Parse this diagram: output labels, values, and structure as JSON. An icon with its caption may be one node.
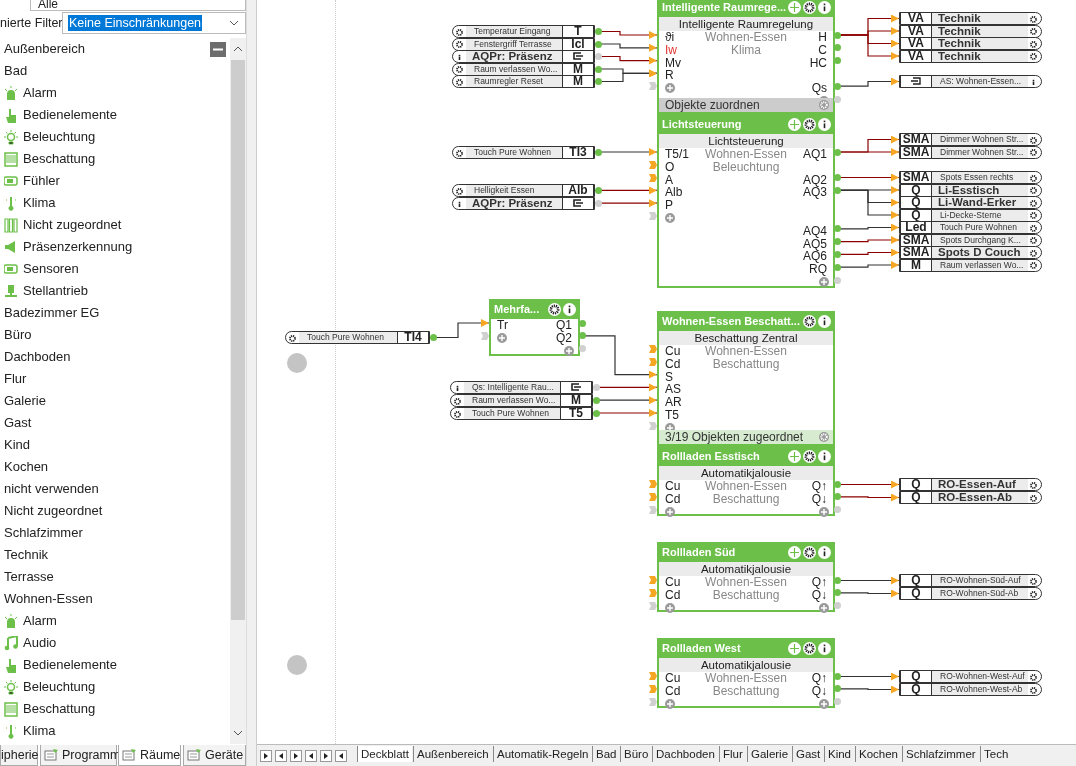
{
  "diagram": {
    "nodes": [
      {
        "text": [
          "Intelligente Raumrege...",
          "Intelligente Raumregelung",
          "Wohnen-Essen",
          "Klima",
          "ϑi",
          "Iw",
          "Mv",
          "R",
          "H",
          "C",
          "HC",
          "Qs",
          "Objekte zuordnen"
        ]
      },
      {
        "text": [
          "Temperatur Eingang",
          "T"
        ]
      },
      {
        "text": [
          "Fenstergriff Terrasse",
          "Icl"
        ]
      },
      {
        "text": [
          "AQPr: Präsenz"
        ]
      },
      {
        "text": [
          "Raum verlassen Wo...",
          "M"
        ]
      },
      {
        "text": [
          "Raumregler Reset",
          "M"
        ]
      },
      {
        "text": [
          "VA",
          "Technik"
        ]
      },
      {
        "text": [
          "VA",
          "Technik"
        ]
      },
      {
        "text": [
          "VA",
          "Technik"
        ]
      },
      {
        "text": [
          "VA",
          "Technik"
        ]
      },
      {
        "text": [
          "AS: Wohnen-Essen..."
        ]
      },
      {
        "text": [
          "Lichtsteuerung",
          "Lichtsteuerung",
          "Wohnen-Essen",
          "Beleuchtung",
          "T5/1",
          "O",
          "A",
          "Alb",
          "P",
          "AQ1",
          "AQ2",
          "AQ3",
          "AQ4",
          "AQ5",
          "AQ6",
          "RQ"
        ]
      },
      {
        "text": [
          "Touch Pure Wohnen",
          "TI3"
        ]
      },
      {
        "text": [
          "Helligkeit Essen",
          "Alb"
        ]
      },
      {
        "text": [
          "AQPr: Präsenz"
        ]
      },
      {
        "text": [
          "SMA",
          "Dimmer Wohnen Str..."
        ]
      },
      {
        "text": [
          "SMA",
          "Dimmer Wohnen Str..."
        ]
      },
      {
        "text": [
          "SMA",
          "Spots Essen rechts"
        ]
      },
      {
        "text": [
          "Q",
          "Li-Esstisch"
        ]
      },
      {
        "text": [
          "Q",
          "Li-Wand-Erker"
        ]
      },
      {
        "text": [
          "Q",
          "Li-Decke-Sterne"
        ]
      },
      {
        "text": [
          "Led",
          "Touch Pure Wohnen"
        ]
      },
      {
        "text": [
          "SMA",
          "Spots Durchgang K..."
        ]
      },
      {
        "text": [
          "SMA",
          "Spots D Couch"
        ]
      },
      {
        "text": [
          "M",
          "Raum verlassen Wo..."
        ]
      },
      {
        "text": [
          "Mehrfa...",
          "Tr",
          "Q1",
          "Q2"
        ]
      },
      {
        "text": [
          "Touch Pure Wohnen",
          "TI4"
        ]
      },
      {
        "text": [
          "Wohnen-Essen Beschatt...",
          "Beschattung Zentral",
          "Wohnen-Essen",
          "Beschattung",
          "Cu",
          "Cd",
          "S",
          "AS",
          "AR",
          "T5",
          "3/19 Objekten zugeordnet"
        ]
      },
      {
        "text": [
          "Qs: Intelligente Rau..."
        ]
      },
      {
        "text": [
          "Raum verlassen Wo...",
          "M"
        ]
      },
      {
        "text": [
          "Touch Pure Wohnen",
          "T5"
        ]
      },
      {
        "text": [
          "Rollladen Esstisch",
          "Automatikjalousie",
          "Wohnen-Essen",
          "Beschattung",
          "Cu",
          "Cd",
          "Q↑",
          "Q↓"
        ]
      },
      {
        "text": [
          "Q",
          "RO-Essen-Auf"
        ]
      },
      {
        "text": [
          "Q",
          "RO-Essen-Ab"
        ]
      },
      {
        "text": [
          "Rollladen Süd",
          "Automatikjalousie",
          "Wohnen-Essen",
          "Beschattung",
          "Cu",
          "Cd",
          "Q↑",
          "Q↓"
        ]
      },
      {
        "text": [
          "Q",
          "RO-Wohnen-Süd-Auf"
        ]
      },
      {
        "text": [
          "Q",
          "RO-Wohnen-Süd-Ab"
        ]
      },
      {
        "text": [
          "Rollladen West",
          "Automatikjalousie",
          "Wohnen-Essen",
          "Beschattung",
          "Cu",
          "Cd",
          "Q↑",
          "Q↓"
        ]
      },
      {
        "text": [
          "Q",
          "RO-Wohnen-West-Auf"
        ]
      },
      {
        "text": [
          "Q",
          "RO-Wohnen-West-Ab"
        ]
      }
    ],
    "edges": [
      {
        "from": 1,
        "to": 0,
        "arrow": "to",
        "color": "#8b0000"
      },
      {
        "from": 2,
        "to": 0,
        "arrow": "to"
      },
      {
        "from": 3,
        "to": 0,
        "arrow": "to",
        "color": "#8b0000"
      },
      {
        "from": 4,
        "to": 0,
        "arrow": "to"
      },
      {
        "from": 5,
        "to": 0,
        "arrow": "to"
      },
      {
        "from": 0,
        "to": 6,
        "arrow": "to",
        "color": "#8b0000"
      },
      {
        "from": 0,
        "to": 7,
        "arrow": "to",
        "color": "#8b0000"
      },
      {
        "from": 0,
        "to": 8,
        "arrow": "to",
        "color": "#8b0000"
      },
      {
        "from": 0,
        "to": 9,
        "arrow": "to",
        "color": "#8b0000"
      },
      {
        "from": 0,
        "to": 10,
        "arrow": "to"
      },
      {
        "from": 12,
        "to": 11,
        "arrow": "to"
      },
      {
        "from": 13,
        "to": 11,
        "arrow": "to",
        "color": "#8b0000"
      },
      {
        "from": 14,
        "to": 11,
        "arrow": "to",
        "color": "#8b0000"
      },
      {
        "from": 11,
        "to": 15,
        "arrow": "to",
        "color": "#8b0000"
      },
      {
        "from": 11,
        "to": 16,
        "arrow": "to",
        "color": "#8b0000"
      },
      {
        "from": 11,
        "to": 17,
        "arrow": "to",
        "color": "#8b0000"
      },
      {
        "from": 11,
        "to": 18,
        "arrow": "to"
      },
      {
        "from": 11,
        "to": 19,
        "arrow": "to"
      },
      {
        "from": 11,
        "to": 20,
        "arrow": "to"
      },
      {
        "from": 11,
        "to": 21,
        "arrow": "to"
      },
      {
        "from": 11,
        "to": 22,
        "arrow": "to",
        "color": "#8b0000"
      },
      {
        "from": 11,
        "to": 23,
        "arrow": "to",
        "color": "#8b0000"
      },
      {
        "from": 11,
        "to": 24,
        "arrow": "to"
      },
      {
        "from": 26,
        "to": 25,
        "arrow": "to"
      },
      {
        "from": 25,
        "to": 27,
        "arrow": "to"
      },
      {
        "from": 28,
        "to": 27,
        "arrow": "to",
        "color": "#8b0000"
      },
      {
        "from": 29,
        "to": 27,
        "arrow": "to"
      },
      {
        "from": 30,
        "to": 27,
        "arrow": "to",
        "color": "#8b0000"
      },
      {
        "from": 31,
        "to": 32,
        "arrow": "to",
        "color": "#8b0000"
      },
      {
        "from": 31,
        "to": 33,
        "arrow": "to",
        "color": "#8b0000"
      },
      {
        "from": 34,
        "to": 35,
        "arrow": "to"
      },
      {
        "from": 34,
        "to": 36,
        "arrow": "to"
      },
      {
        "from": 37,
        "to": 38,
        "arrow": "to"
      },
      {
        "from": 37,
        "to": 39,
        "arrow": "to"
      }
    ],
    "labels": [
      "Alle",
      "nierte Filter",
      "Keine Einschränkungen",
      "Außenbereich",
      "Bad",
      "Alarm",
      "Bedienelemente",
      "Beleuchtung",
      "Beschattung",
      "Fühler",
      "Klima",
      "Nicht zugeordnet",
      "Präsenzerkennung",
      "Sensoren",
      "Stellantrieb",
      "Badezimmer EG",
      "Büro",
      "Dachboden",
      "Flur",
      "Galerie",
      "Gast",
      "Kind",
      "Kochen",
      "nicht verwenden",
      "Nicht zugeordnet",
      "Schlafzimmer",
      "Technik",
      "Terrasse",
      "Wohnen-Essen",
      "Alarm",
      "Audio",
      "Bedienelemente",
      "Beleuchtung",
      "Beschattung",
      "Klima",
      "ipherie",
      "Programm",
      "Räume",
      "Geräte",
      "Deckblatt",
      "Außenbereich",
      "Automatik-Regeln",
      "Bad",
      "Büro",
      "Dachboden",
      "Flur",
      "Galerie",
      "Gast",
      "Kind",
      "Kochen",
      "Schlafzimmer",
      "Tech"
    ]
  }
}
